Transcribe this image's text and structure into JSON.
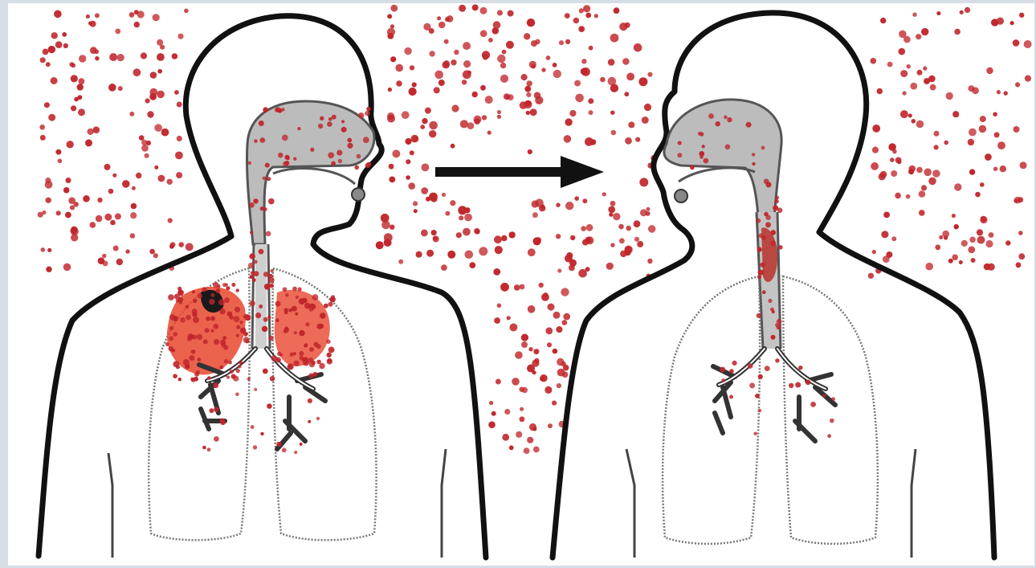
{
  "figure": {
    "left_figure": "infected-person",
    "right_figure": "exposed-person",
    "arrow_direction": "left-to-right"
  },
  "colors": {
    "frame": "#d6dde4",
    "background": "#ffffff",
    "outline": "#111111",
    "droplet": "#c0262b",
    "lung_infection": "#e8462e",
    "airway_fill": "#bcbcbc",
    "airway_stroke": "#555555",
    "lung_stroke": "#777777",
    "arrow": "#111111"
  },
  "icons": [
    "droplet-icon",
    "arrow-right-icon"
  ]
}
